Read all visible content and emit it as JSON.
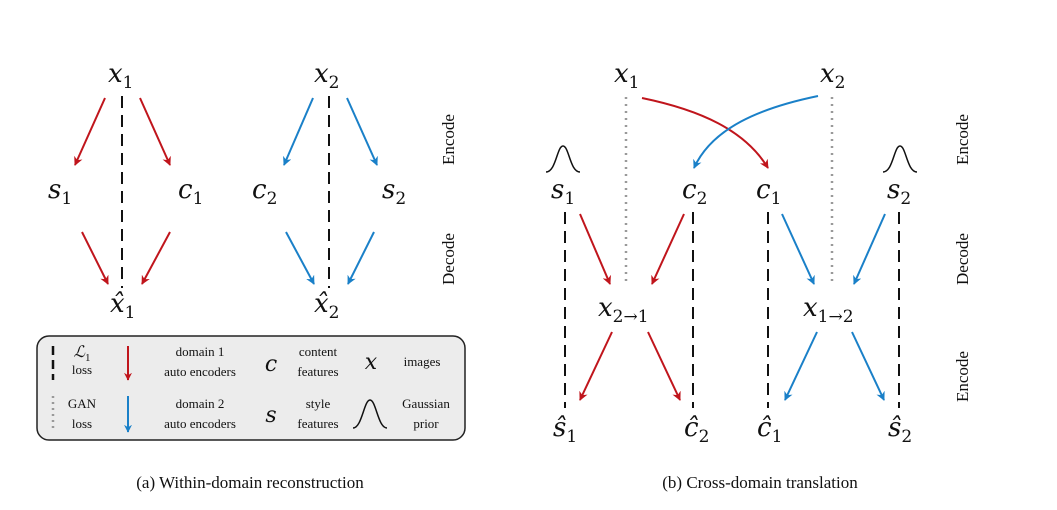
{
  "colors": {
    "red": "#c0151c",
    "blue": "#1a80c8",
    "black": "#111111",
    "gray": "#999999",
    "legend_bg": "#ececec"
  },
  "panel_a": {
    "caption": "(a) Within-domain reconstruction",
    "x1": "x",
    "x1_sub": "1",
    "x2": "x",
    "x2_sub": "2",
    "s1": "s",
    "s1_sub": "1",
    "c1": "c",
    "c1_sub": "1",
    "c2": "c",
    "c2_sub": "2",
    "s2": "s",
    "s2_sub": "2",
    "xhat1": "x̂",
    "xhat1_sub": "1",
    "xhat2": "x̂",
    "xhat2_sub": "2",
    "encode_label": "Encode",
    "decode_label": "Decode"
  },
  "panel_b": {
    "caption": "(b) Cross-domain translation",
    "x1": "x",
    "x1_sub": "1",
    "x2": "x",
    "x2_sub": "2",
    "s1": "s",
    "s1_sub": "1",
    "c2": "c",
    "c2_sub": "2",
    "c1": "c",
    "c1_sub": "1",
    "s2": "s",
    "s2_sub": "2",
    "x21": "x",
    "x21_sub": "2→1",
    "x12": "x",
    "x12_sub": "1→2",
    "shat1": "ŝ",
    "shat1_sub": "1",
    "chat2": "ĉ",
    "chat2_sub": "2",
    "chat1": "ĉ",
    "chat1_sub": "1",
    "shat2": "ŝ",
    "shat2_sub": "2",
    "encode_label_1": "Encode",
    "decode_label": "Decode",
    "encode_label_2": "Encode"
  },
  "legend": {
    "l1_symbol": "ℒ",
    "l1_sub": "1",
    "l1_line2": "loss",
    "gan_line1": "GAN",
    "gan_line2": "loss",
    "d1_line1": "domain 1",
    "d1_line2": "auto encoders",
    "d2_line1": "domain 2",
    "d2_line2": "auto encoders",
    "c_symbol": "c",
    "c_line1": "content",
    "c_line2": "features",
    "s_symbol": "s",
    "s_line1": "style",
    "s_line2": "features",
    "x_symbol": "x",
    "x_text": "images",
    "g_line1": "Gaussian",
    "g_line2": "prior"
  }
}
